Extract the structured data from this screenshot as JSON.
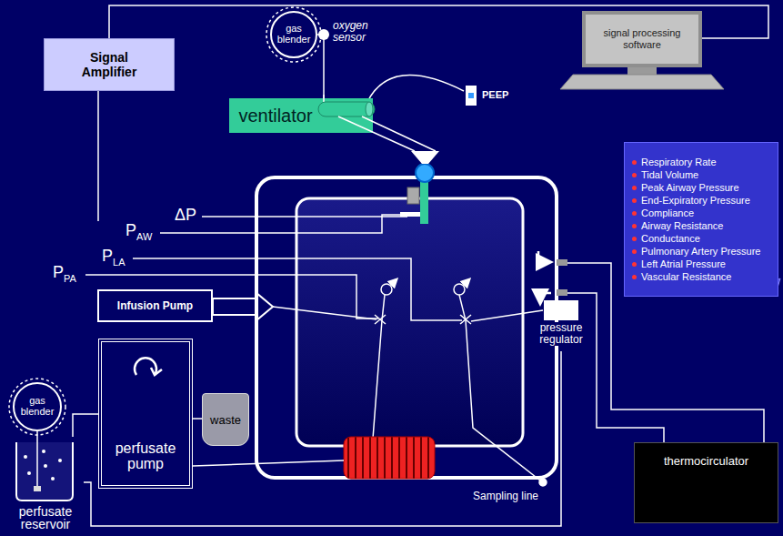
{
  "diagram": {
    "nodes": [
      {
        "text": [
          "Signal Amplifier"
        ]
      },
      {
        "text": [
          "gas blender"
        ]
      },
      {
        "text": [
          "signal processing software"
        ]
      },
      {
        "text": [
          "ventilator"
        ]
      },
      {
        "text": [
          "Respiratory Rate",
          "Tidal Volume",
          "Peak Airway Pressure",
          "End-Expiratory Pressure",
          "Compliance",
          "Airway Resistance",
          "Conductance",
          "Pulmonary Artery Pressure",
          "Left Atrial Pressure",
          "Vascular Resistance"
        ]
      },
      {
        "text": [
          "Infusion Pump"
        ]
      },
      {
        "text": [
          "gas blender"
        ]
      },
      {
        "text": [
          "perfusate pump"
        ]
      },
      {
        "text": [
          "waste"
        ]
      },
      {
        "text": [
          "pressure regulator"
        ]
      },
      {
        "text": [
          "thermocirculator"
        ]
      },
      {
        "text": [
          "perfusate reservoir"
        ]
      }
    ],
    "edges": [
      {
        "from": 0,
        "to": 2,
        "arrow": "none"
      },
      {
        "from": 1,
        "to": 3,
        "arrow": "none"
      },
      {
        "from": 6,
        "to": 11,
        "arrow": "none"
      },
      {
        "from": 11,
        "to": 7,
        "arrow": "none"
      },
      {
        "from": 7,
        "to": 8,
        "arrow": "none"
      },
      {
        "from": 9,
        "to": 11,
        "arrow": "none"
      }
    ],
    "labels": [
      "oxygen sensor",
      "PEEP",
      "ΔP",
      "P",
      "AW",
      "P",
      "LA",
      "P",
      "PA",
      "Sampling line"
    ]
  }
}
